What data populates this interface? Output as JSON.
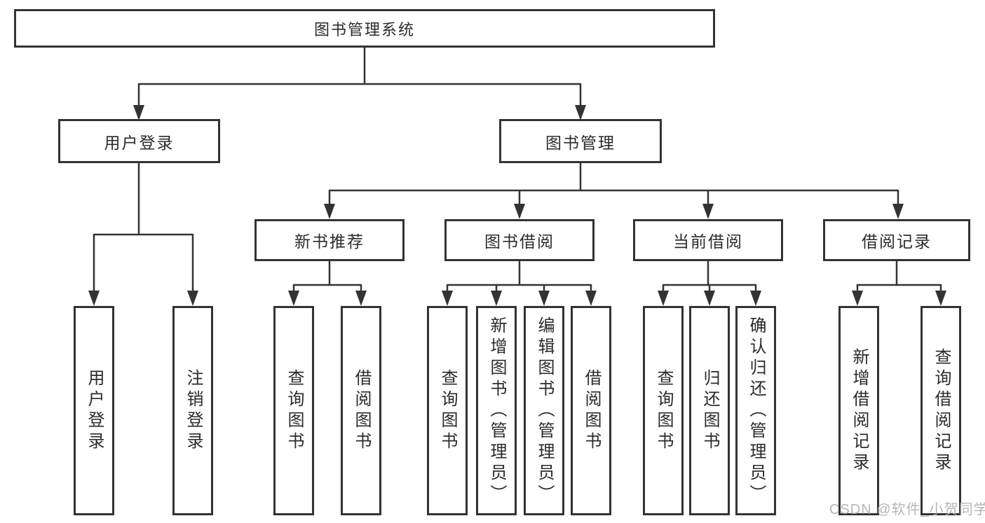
{
  "colors": {
    "line": "#333333",
    "text": "#2b2b2b",
    "box_bg": "#ffffff",
    "watermark": "#a9a9a9",
    "background": "#ffffff"
  },
  "watermark": {
    "text": "CSDN @软件_小贺同学"
  },
  "tree": {
    "root": {
      "label": "图书管理系统",
      "children": [
        {
          "label": "用户登录",
          "children": [
            {
              "label": "用户登录"
            },
            {
              "label": "注销登录"
            }
          ]
        },
        {
          "label": "图书管理",
          "children": [
            {
              "label": "新书推荐",
              "children": [
                {
                  "label": "查询图书"
                },
                {
                  "label": "借阅图书"
                }
              ]
            },
            {
              "label": "图书借阅",
              "children": [
                {
                  "label": "查询图书"
                },
                {
                  "label": "新增图书（管理员）"
                },
                {
                  "label": "编辑图书（管理员）"
                },
                {
                  "label": "借阅图书"
                }
              ]
            },
            {
              "label": "当前借阅",
              "children": [
                {
                  "label": "查询图书"
                },
                {
                  "label": "归还图书"
                },
                {
                  "label": "确认归还（管理员）"
                }
              ]
            },
            {
              "label": "借阅记录",
              "children": [
                {
                  "label": "新增借阅记录"
                },
                {
                  "label": "查询借阅记录"
                }
              ]
            }
          ]
        }
      ]
    }
  }
}
